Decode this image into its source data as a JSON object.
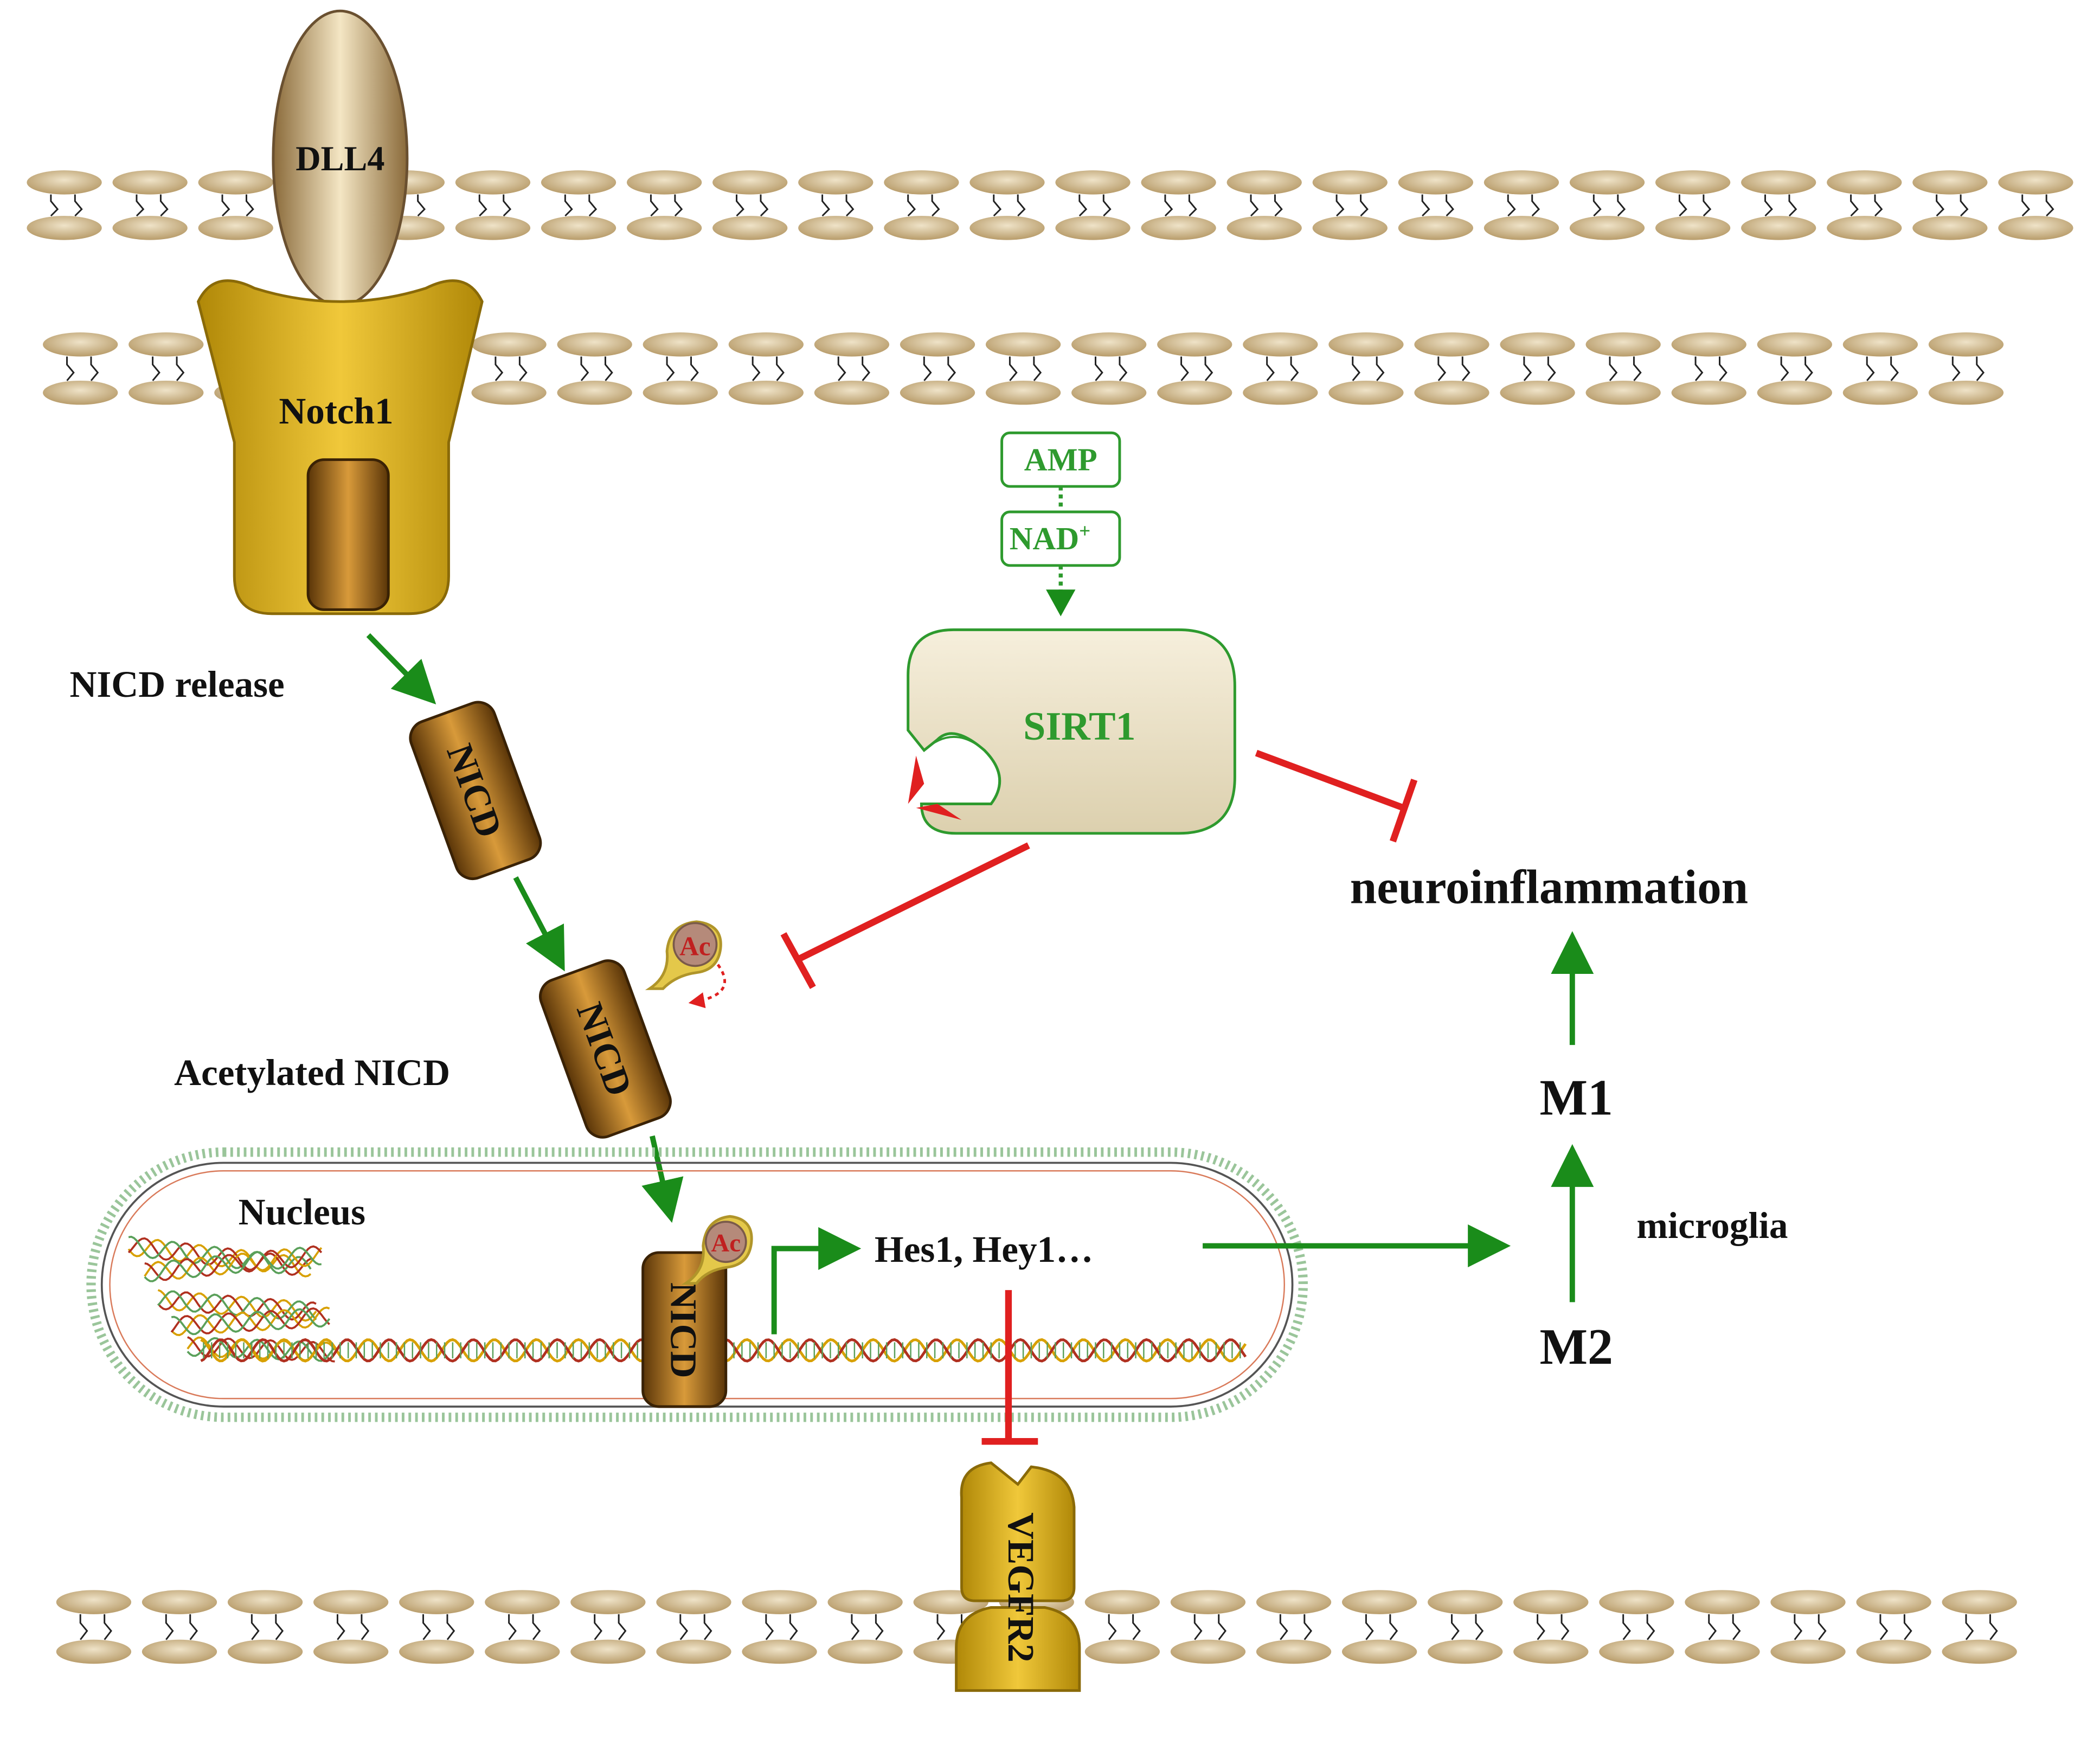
{
  "labels": {
    "dll4": "DLL4",
    "notch1": "Notch1",
    "nicd_release": "NICD release",
    "nicd": "NICD",
    "acetylated_nicd": "Acetylated NICD",
    "ac": "Ac",
    "nucleus": "Nucleus",
    "hes_hey": "Hes1, Hey1…",
    "vegfr2": "VEGFR2",
    "amp": "AMP",
    "nad": "NAD",
    "nad_sup": "+",
    "sirt1": "SIRT1",
    "neuroinflammation": "neuroinflammation",
    "m1": "M1",
    "m2": "M2",
    "microglia": "microglia"
  },
  "colors": {
    "activation": "#1a8c1a",
    "inhibition": "#e02020",
    "sirt1_text": "#2e9a2e",
    "membrane": "#c8b48a",
    "receptor_gold": "#d9ad1a",
    "nicd_brown": "#7a4a10"
  }
}
